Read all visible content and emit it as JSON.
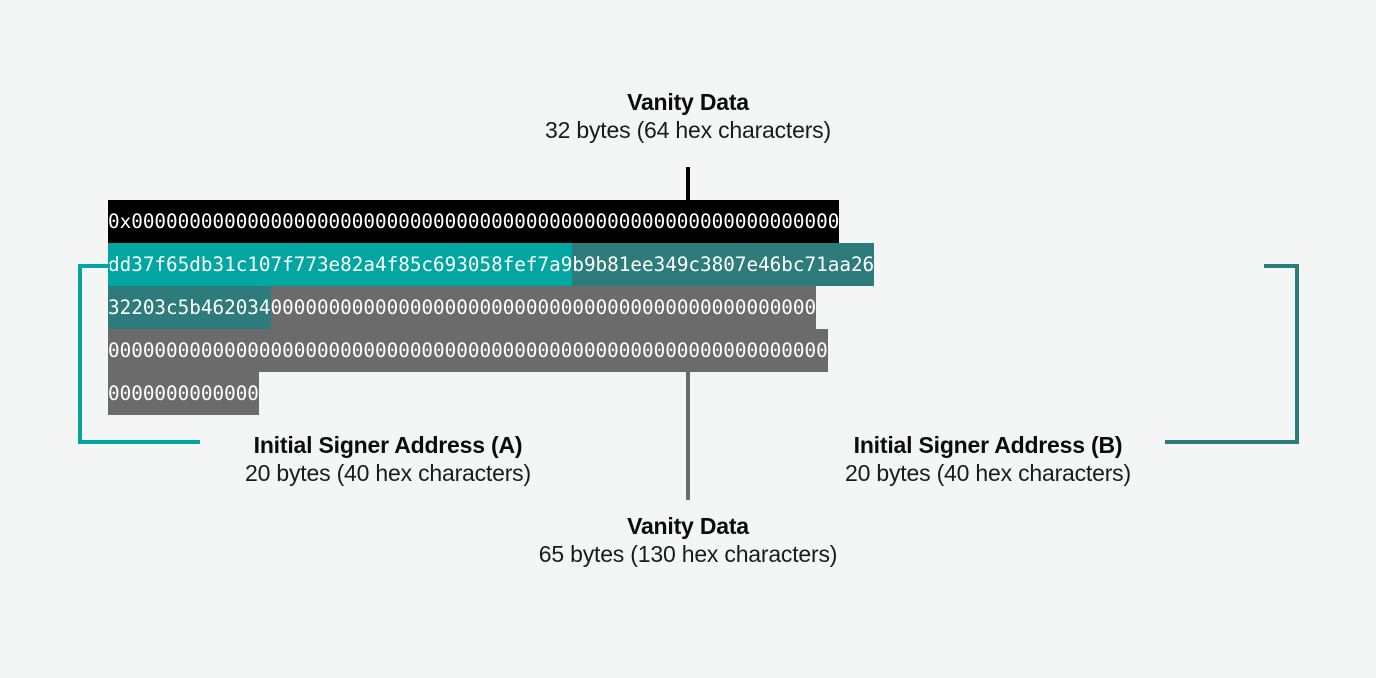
{
  "diagram": {
    "title": "Vanity Data byte layout",
    "colors": {
      "background": "#f4f5f5",
      "prefix_block": "#000000",
      "signer_a": "#00a6a2",
      "signer_b": "#2d7b7b",
      "padding": "#6b6b6b",
      "text_dark": "#0b0b0b"
    }
  },
  "annotations": {
    "vanity_top": {
      "title": "Vanity Data",
      "subtitle": "32 bytes (64 hex characters)"
    },
    "vanity_bottom": {
      "title": "Vanity Data",
      "subtitle": "65 bytes (130 hex characters)"
    },
    "signer_a": {
      "title": "Initial Signer Address (A)",
      "subtitle": "20 bytes (40 hex characters)"
    },
    "signer_b": {
      "title": "Initial Signer Address (B)",
      "subtitle": "20 bytes (40 hex characters)"
    }
  },
  "hex": {
    "rows": [
      {
        "segments": [
          {
            "kind": "prefix",
            "text": "0x0000000000000000000000000000000000000000000000000000000000000"
          }
        ]
      },
      {
        "segments": [
          {
            "kind": "signer_a",
            "text": "dd37f65db31c107f773e82a4f85c693058fef7a9"
          },
          {
            "kind": "signer_b",
            "text": "b9b81ee349c3807e46bc71aa26"
          }
        ]
      },
      {
        "segments": [
          {
            "kind": "signer_b",
            "text": "32203c5b462034"
          },
          {
            "kind": "padding",
            "text": "00000000000000000000000000000000000000000000000"
          }
        ]
      },
      {
        "segments": [
          {
            "kind": "padding",
            "text": "00000000000000000000000000000000000000000000000000000000000000"
          }
        ]
      },
      {
        "segments": [
          {
            "kind": "padding",
            "text": "0000000000000"
          }
        ]
      }
    ]
  }
}
